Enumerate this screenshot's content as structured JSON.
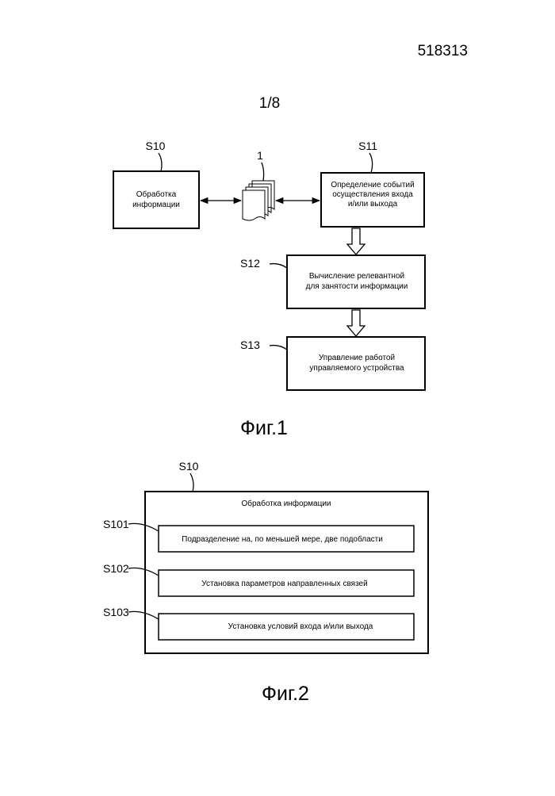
{
  "header": {
    "patent_number": "518313",
    "sheet": "1/8"
  },
  "fig1": {
    "caption": "Фиг.1",
    "doc_label": "1",
    "s10": {
      "label": "S10",
      "lines": [
        "Обработка",
        "информации"
      ]
    },
    "s11": {
      "label": "S11",
      "lines": [
        "Определение событий",
        "осуществления входа",
        "и/или выхода"
      ]
    },
    "s12": {
      "label": "S12",
      "lines": [
        "Вычисление релевантной",
        "для занятости информации"
      ]
    },
    "s13": {
      "label": "S13",
      "lines": [
        "Управление работой",
        "управляемого устройства"
      ]
    }
  },
  "fig2": {
    "caption": "Фиг.2",
    "outer": {
      "label": "S10",
      "title": "Обработка информации"
    },
    "steps": [
      {
        "label": "S101",
        "text": "Подразделение на, по меньшей мере, две подобласти"
      },
      {
        "label": "S102",
        "text": "Установка параметров направленных связей"
      },
      {
        "label": "S103",
        "text": "Установка условий входа и/или выхода"
      }
    ]
  }
}
